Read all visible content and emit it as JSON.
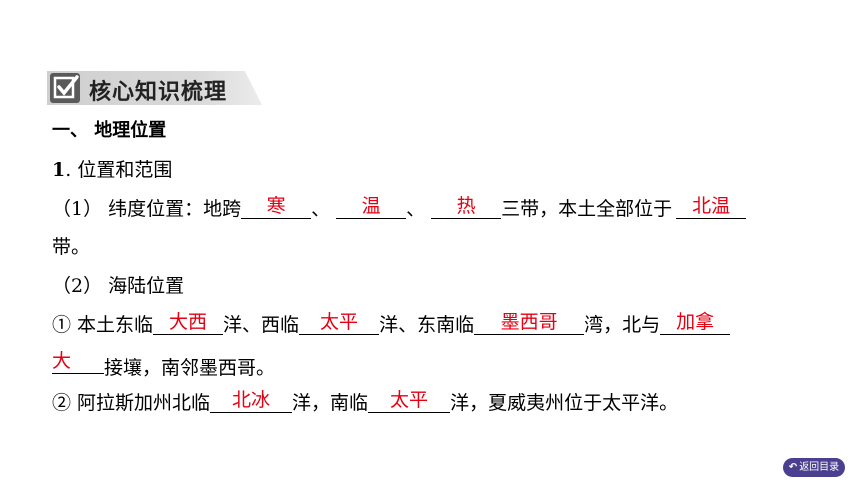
{
  "section": {
    "title": "核心知识梳理"
  },
  "heading1": "一、 地理位置",
  "sub1": {
    "num": "1",
    "text": ". 位置和范围"
  },
  "p1": {
    "prefix": "（1） 纬度位置：地跨",
    "a1": "寒",
    "sep1": "、",
    "a2": "温",
    "sep2": "、",
    "a3": "热",
    "mid": "三带，本土全部位于",
    "a4": "北温",
    "tail": "带。"
  },
  "p2": {
    "text": "（2） 海陆位置"
  },
  "p3": {
    "prefix": "① 本土东临",
    "a1": "大西",
    "t1": "洋、西临",
    "a2": "太平",
    "t2": "洋、东南临",
    "a3": "墨西哥",
    "t3": "湾，北与",
    "a4": "加拿",
    "a4b": "大",
    "tail": "接壤，南邻墨西哥。"
  },
  "p4": {
    "prefix": "② 阿拉斯加州北临",
    "a1": "北冰",
    "t1": "洋，南临",
    "a2": "太平",
    "tail": "洋，夏威夷州位于太平洋。"
  },
  "nav": {
    "back_label": "返回目录",
    "back_icon": "return-arrow-icon"
  },
  "colors": {
    "answer": "#e60012",
    "back_button": "#4b3f8f"
  }
}
